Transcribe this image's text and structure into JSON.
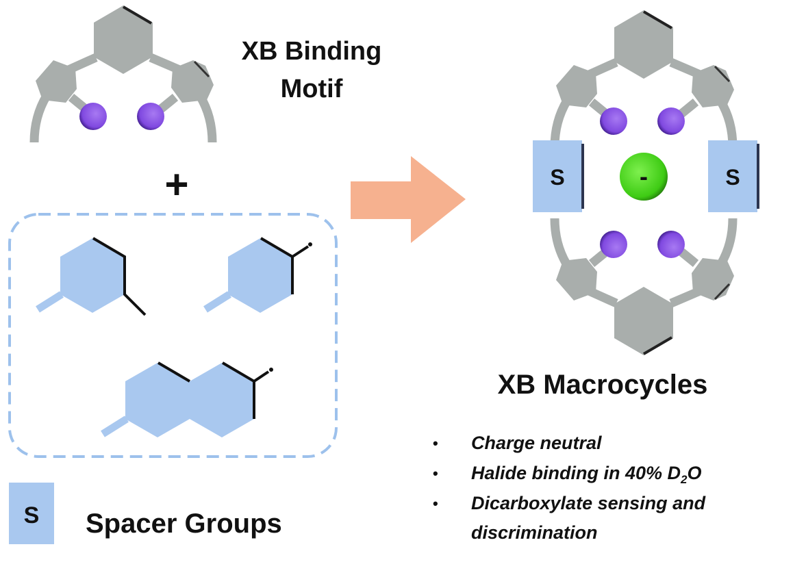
{
  "motif": {
    "title_line1": "XB Binding",
    "title_line2": "Motif"
  },
  "plus": "+",
  "spacer": {
    "box_letter": "S",
    "label": "Spacer Groups"
  },
  "macrocycle": {
    "title": "XB Macrocycles",
    "left_spacer": "S",
    "right_spacer": "S",
    "anion": "-",
    "bullets": [
      {
        "marker": "•",
        "text": "Charge neutral"
      },
      {
        "marker": "•",
        "text_before": "Halide binding in 40% D",
        "subscript": "2",
        "text_after": "O"
      },
      {
        "marker": "•",
        "text": "Dicarboxylate sensing and"
      },
      {
        "text": "discrimination"
      }
    ]
  },
  "colors": {
    "grey": "#a9aeac",
    "spacer_blue": "#a9c8ef",
    "halogen": "#8b55e6",
    "anion": "#4ad91e",
    "arrow": "#f6b18f",
    "dash": "#9dc1ec"
  }
}
